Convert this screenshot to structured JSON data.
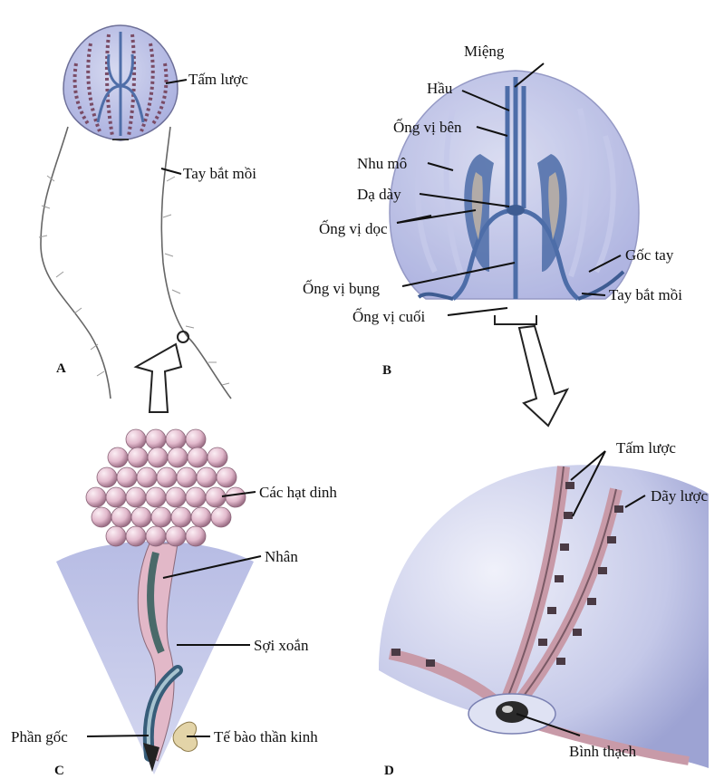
{
  "panels": {
    "a": {
      "letter": "A",
      "labels": {
        "comb_plates": "Tấm lược",
        "tentacle": "Tay bắt mồi"
      }
    },
    "b": {
      "letter": "B",
      "labels": {
        "mouth": "Miệng",
        "pharynx": "Hầu",
        "lateral_canal": "Ống vị bên",
        "mesoglea": "Nhu mô",
        "stomach": "Dạ dày",
        "meridional_canal": "Ống vị dọc",
        "tentacle_base": "Gốc tay",
        "ventral_canal": "Ống vị bụng",
        "tentacle": "Tay bắt mồi",
        "terminal_canal": "Ống vị cuối"
      }
    },
    "c": {
      "letter": "C",
      "labels": {
        "granules": "Các hạt dinh",
        "nucleus": "Nhân",
        "coiled_thread": "Sợi xoắn",
        "base": "Phần gốc",
        "nerve_cell": "Tế bào thần kinh"
      }
    },
    "d": {
      "letter": "D",
      "labels": {
        "comb_plates": "Tấm lược",
        "comb_rows": "Dãy lược",
        "statocyst": "Bình thạch"
      }
    }
  },
  "colors": {
    "body": "#b9bde0",
    "body_dark": "#8f95c8",
    "canal": "#5f7fb6",
    "comb": "#c89aa8",
    "granule": "#e8c6d6",
    "leadline": "#111111"
  }
}
